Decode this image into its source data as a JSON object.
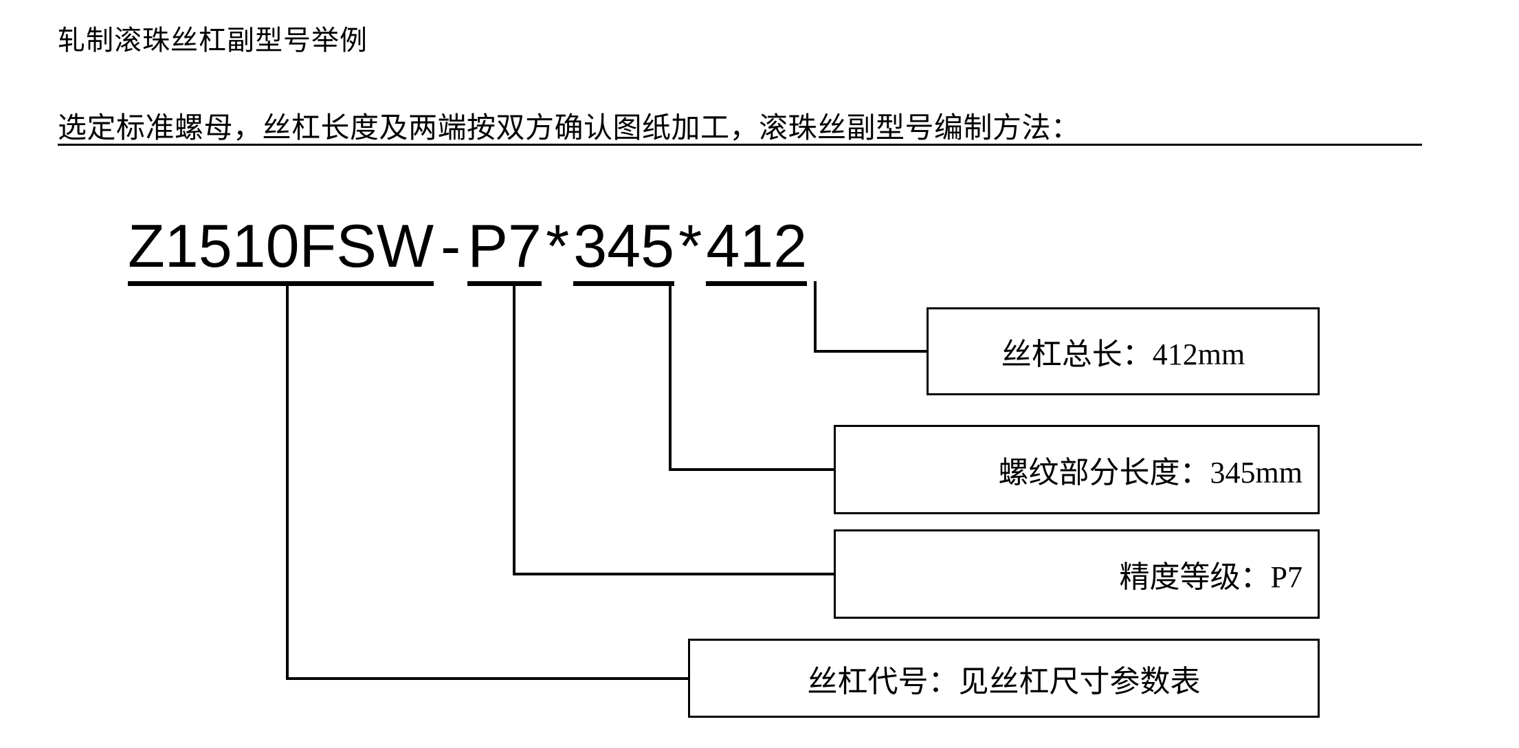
{
  "document": {
    "title": "轧制滚珠丝杠副型号举例",
    "subtitle": "选定标准螺母，丝杠长度及两端按双方确认图纸加工，滚珠丝副型号编制方法："
  },
  "model_code": {
    "full": "Z1510FSW - P7 * 345 * 412",
    "segments": [
      {
        "id": "screw-code",
        "text": "Z1510FSW"
      },
      {
        "id": "accuracy-grade",
        "text": "P7"
      },
      {
        "id": "thread-length",
        "text": "345"
      },
      {
        "id": "total-length",
        "text": "412"
      }
    ],
    "separators": {
      "dash": "-",
      "asterisk": "*"
    }
  },
  "callouts": [
    {
      "id": "total-length-callout",
      "text": "丝杠总长：412mm"
    },
    {
      "id": "thread-length-callout",
      "text": "螺纹部分长度：345mm"
    },
    {
      "id": "accuracy-callout",
      "text": "精度等级：P7"
    },
    {
      "id": "screw-code-callout",
      "text": "丝杠代号：见丝杠尺寸参数表"
    }
  ],
  "colors": {
    "ink": "#000000",
    "paper": "#ffffff"
  }
}
